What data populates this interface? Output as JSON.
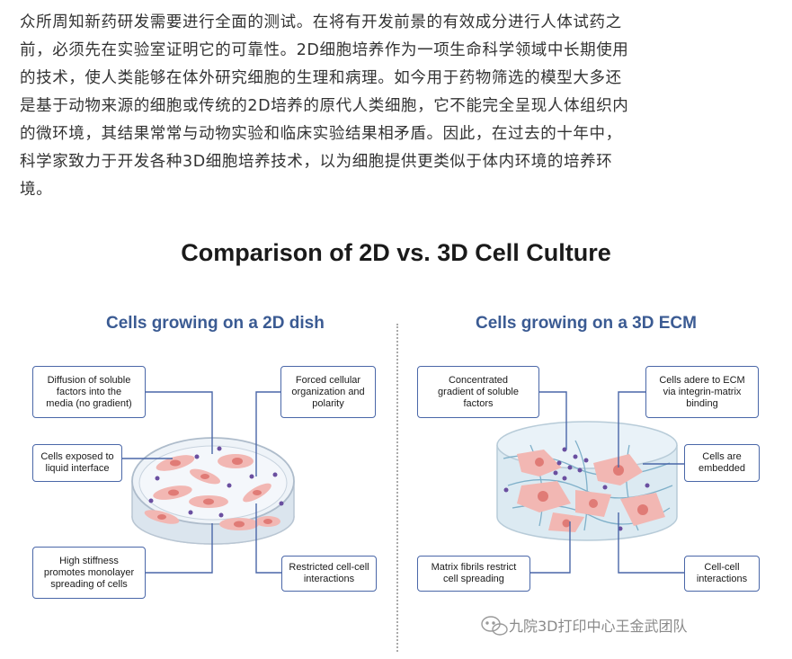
{
  "paragraph": [
    "众所周知新药研发需要进行全面的测试。在将有开发前景的有效成分进行人体试药之",
    "前，必须先在实验室证明它的可靠性。2D细胞培养作为一项生命科学领域中长期使用",
    "的技术，使人类能够在体外研究细胞的生理和病理。如今用于药物筛选的模型大多还",
    "是基于动物来源的细胞或传统的2D培养的原代人类细胞，它不能完全呈现人体组织内",
    "的微环境，其结果常常与动物实验和临床实验结果相矛盾。因此，在过去的十年中，",
    "科学家致力于开发各种3D细胞培养技术，以为细胞提供更类似于体内环境的培养环",
    "境。"
  ],
  "figure": {
    "title": "Comparison of 2D vs. 3D Cell Culture",
    "left_panel": {
      "title": "Cells growing on a 2D dish",
      "labels": {
        "diffusion": "Diffusion of soluble\nfactors into the\nmedia (no gradient)",
        "forced": "Forced cellular\norganization and\npolarity",
        "exposed": "Cells exposed to\nliquid interface",
        "stiffness": "High stiffness\npromotes monolayer\nspreading of cells",
        "restricted": "Restricted cell-cell\ninteractions"
      }
    },
    "right_panel": {
      "title": "Cells growing on a 3D ECM",
      "labels": {
        "gradient": "Concentrated\ngradient of soluble\nfactors",
        "adhere": "Cells adere to ECM\nvia integrin-matrix\nbinding",
        "embedded": "Cells are\nembedded",
        "fibrils": "Matrix fibrils restrict\ncell spreading",
        "interactions": "Cell-cell\ninteractions"
      }
    },
    "colors": {
      "accent": "#4a67a8",
      "title_blue": "#3b5b93",
      "cell": "#f2b7b3",
      "nucleus": "#e07b76",
      "dot": "#6a4fa0",
      "fiber": "#7fb0c9"
    }
  },
  "watermark": "九院3D打印中心王金武团队",
  "icons": [
    "wechat-icon"
  ]
}
